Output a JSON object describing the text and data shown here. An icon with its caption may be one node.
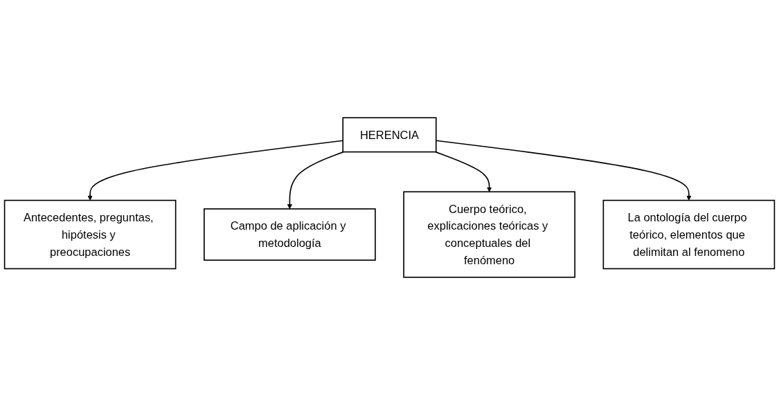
{
  "diagram": {
    "nodes": [
      {
        "text": [
          "Antecedentes, preguntas, hipótesis y preocupaciones"
        ]
      },
      {
        "text": [
          "Campo de aplicación y metodología"
        ]
      },
      {
        "text": [
          "HERENCIA"
        ]
      },
      {
        "text": [
          "Cuerpo teórico, explicaciones teóricas y conceptuales del fenómeno"
        ]
      },
      {
        "text": [
          "La ontología del cuerpo teórico, elementos que delimitan al fenomeno"
        ]
      }
    ],
    "edges": [
      {
        "from": 2,
        "to": 0,
        "arrow": "to"
      },
      {
        "from": 2,
        "to": 1,
        "arrow": "to"
      },
      {
        "from": 2,
        "to": 3,
        "arrow": "to"
      },
      {
        "from": 2,
        "to": 4,
        "arrow": "to"
      }
    ]
  }
}
